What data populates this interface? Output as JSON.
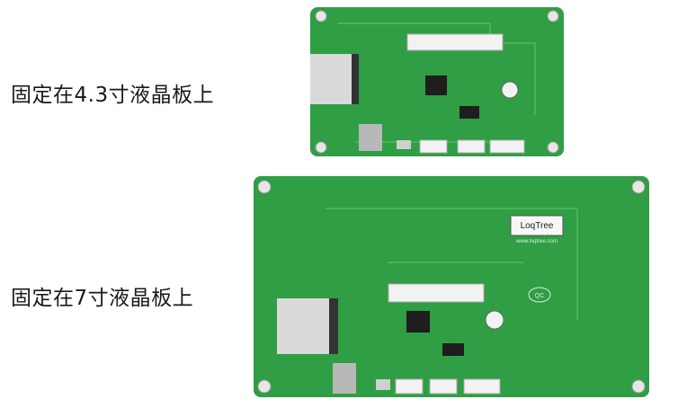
{
  "captions": {
    "small_board": "固定在4.3寸液晶板上",
    "large_board": "固定在7寸液晶板上"
  },
  "board_labels": {
    "brand": "LoqTree",
    "brand_url": "www.loqtree.com",
    "qc": "QC"
  },
  "colors": {
    "pcb": "#2f9e44",
    "pcb_dark": "#1f7a32",
    "trace": "#49b35a",
    "chip": "#1e1e1e",
    "connector": "#f2f2f2",
    "fpc": "#d9d9d9",
    "sd_slot": "#b8b8b8"
  }
}
